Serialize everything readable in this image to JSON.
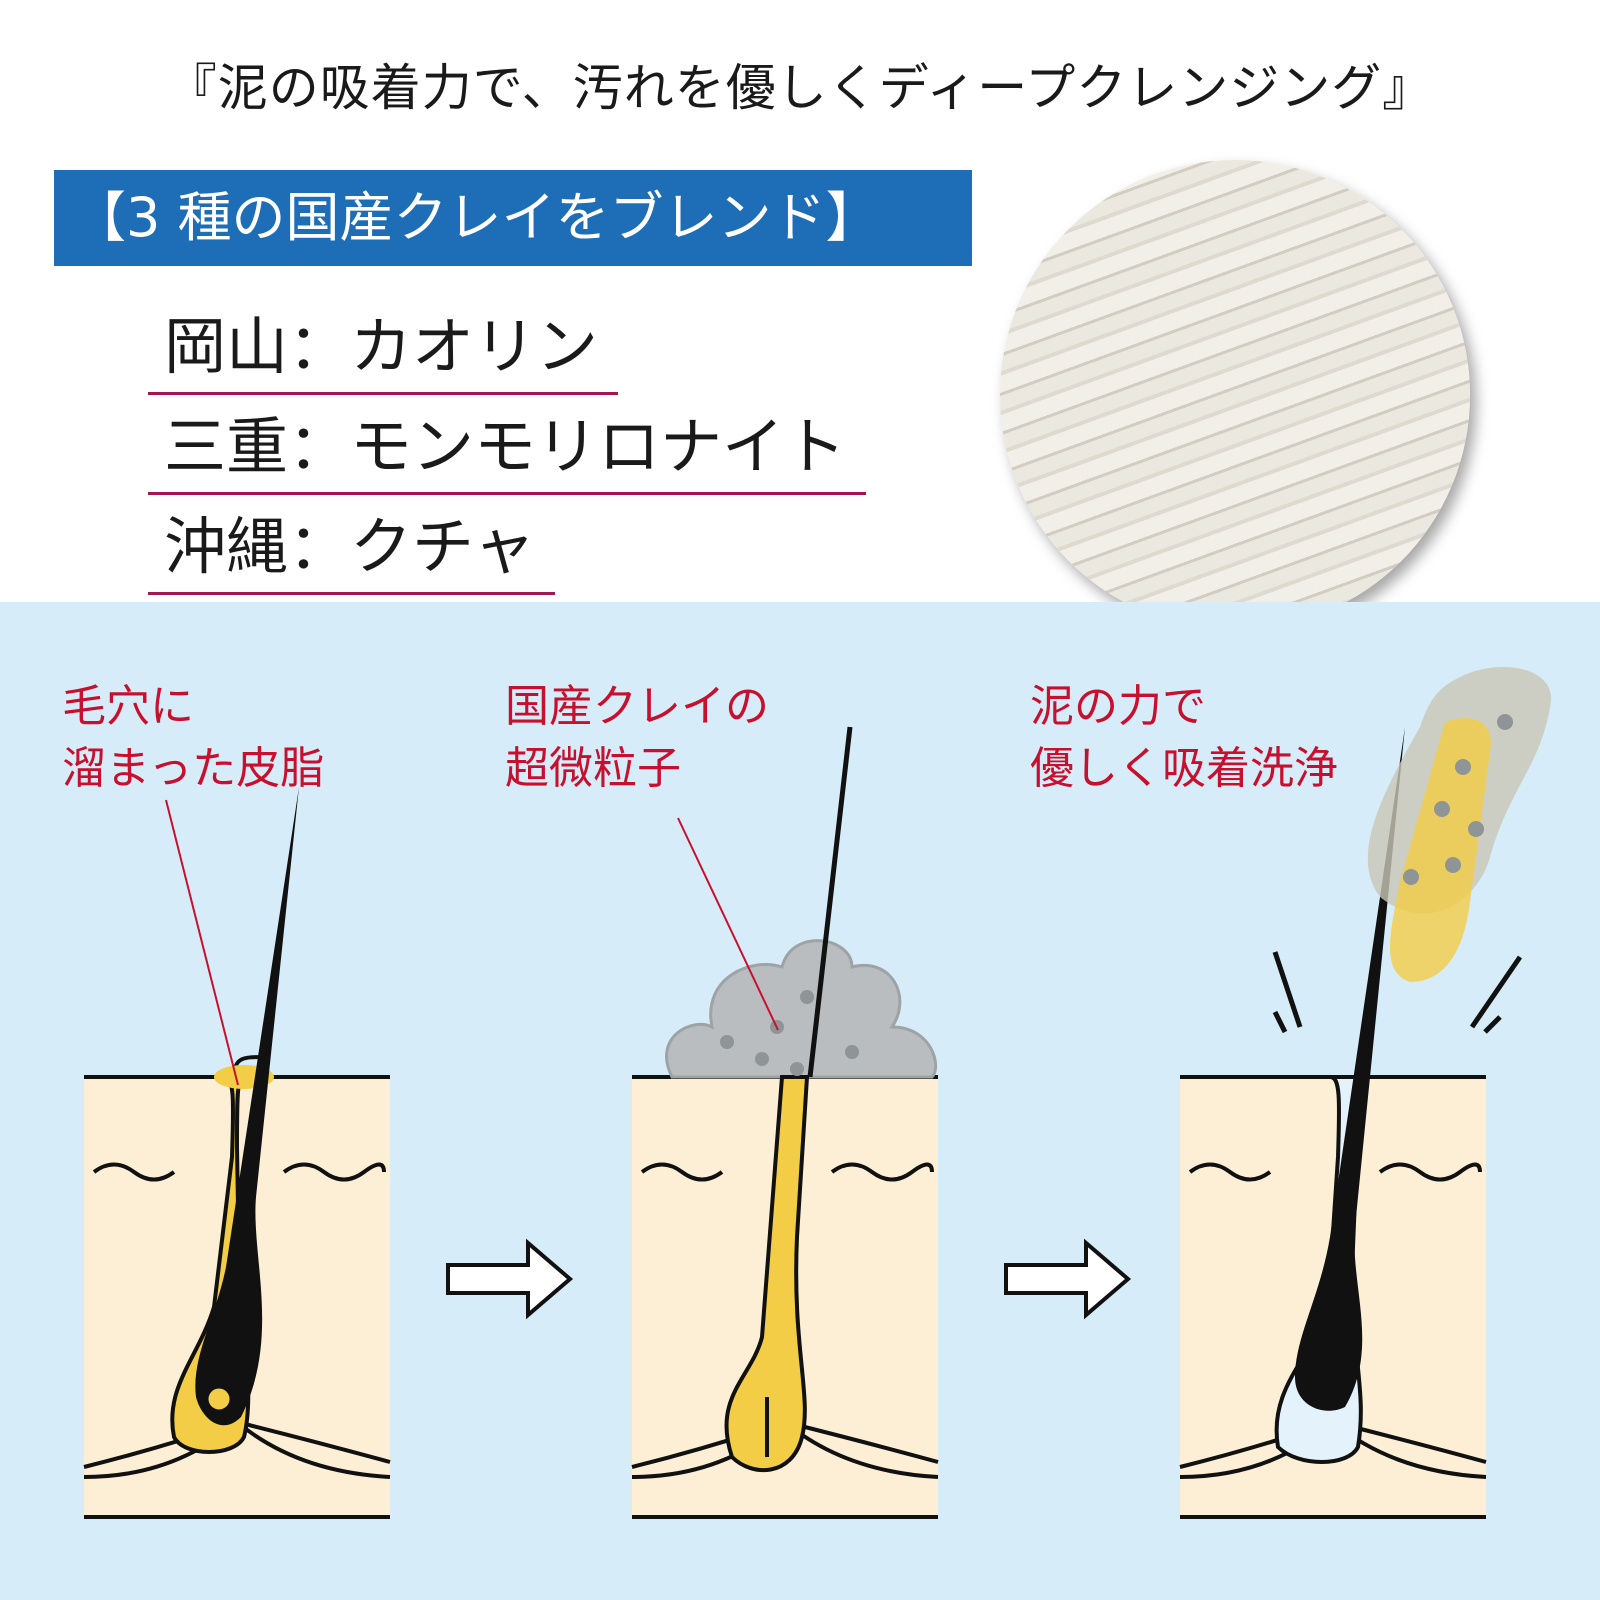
{
  "title": "『泥の吸着力で、汚れを優しくディープクレンジング』",
  "banner": "【3 種の国産クレイをブレンド】",
  "clays": [
    {
      "label": "岡山：カオリン"
    },
    {
      "label": "三重：モンモリロナイト"
    },
    {
      "label": "沖縄：クチャ"
    }
  ],
  "steps": [
    {
      "caption_line1": "毛穴に",
      "caption_line2": "溜まった皮脂"
    },
    {
      "caption_line1": "国産クレイの",
      "caption_line2": "超微粒子"
    },
    {
      "caption_line1": "泥の力で",
      "caption_line2": "優しく吸着洗浄"
    }
  ],
  "colors": {
    "banner": "#1e6eb7",
    "underline": "#a3174e",
    "caption": "#c8102e",
    "background": "#d7ecf9",
    "skin": "#fdefd6",
    "sebum": "#f3cd45"
  }
}
